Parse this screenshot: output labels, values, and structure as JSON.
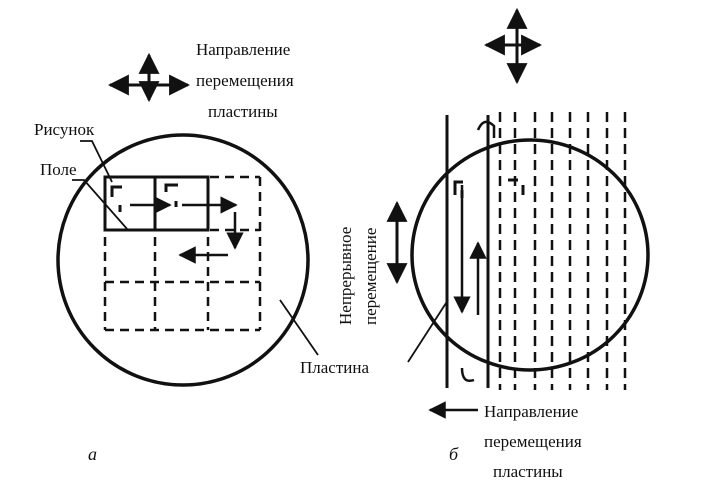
{
  "diagram": {
    "panel_a": {
      "caption": "а",
      "direction_label_lines": [
        "Направление",
        "перемещения",
        "пластины"
      ],
      "pattern_label": "Рисунок",
      "field_label": "Поле",
      "wafer_label": "Пластина"
    },
    "panel_b": {
      "caption": "б",
      "continuous_motion_label_lines": [
        "Непрерывное",
        "перемещение"
      ],
      "direction_label_lines": [
        "Направление",
        "перемещения",
        "пластины"
      ]
    }
  },
  "colors": {
    "ink": "#111111",
    "background": "#ffffff"
  }
}
